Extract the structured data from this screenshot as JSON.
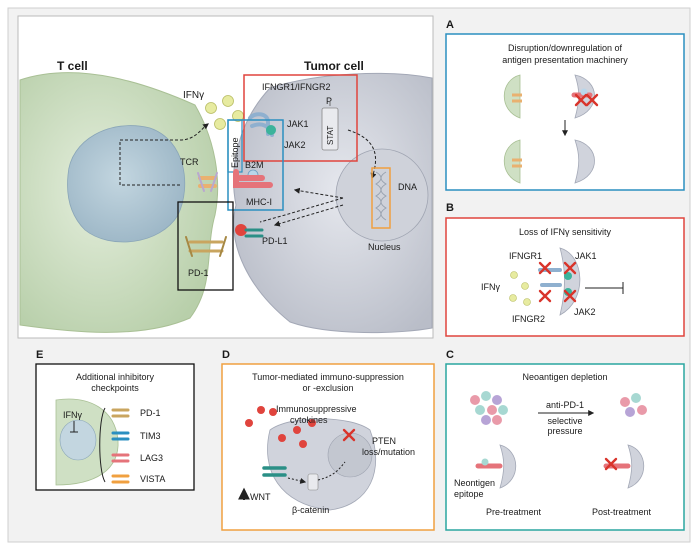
{
  "main": {
    "tcell_title": "T cell",
    "tumor_title": "Tumor cell",
    "ifng": "IFNγ",
    "ifngr": "IFNGR1/IFNGR2",
    "jak1": "JAK1",
    "jak2": "JAK2",
    "stat": "STAT",
    "p": "P",
    "epitope": "Epitope",
    "tcr": "TCR",
    "b2m": "B2M",
    "mhc": "MHC-I",
    "pd1": "PD-1",
    "pdl1": "PD-L1",
    "dna": "DNA",
    "nucleus": "Nucleus"
  },
  "panel_a": {
    "letter": "A",
    "title_line1": "Disruption/downregulation of",
    "title_line2": "antigen presentation machinery"
  },
  "panel_b": {
    "letter": "B",
    "title": "Loss of IFNγ sensitivity",
    "ifngr1": "IFNGR1",
    "ifngr2": "IFNGR2",
    "ifng": "IFNγ",
    "jak1": "JAK1",
    "jak2": "JAK2"
  },
  "panel_c": {
    "letter": "C",
    "title": "Neoantigen depletion",
    "anti_pd1": "anti-PD-1",
    "selective": "selective",
    "pressure": "pressure",
    "neo_line1": "Neontigen",
    "neo_line2": "epitope",
    "pre": "Pre-treatment",
    "post": "Post-treatment"
  },
  "panel_d": {
    "letter": "D",
    "title_line1": "Tumor-mediated immuno-suppression",
    "title_line2": "or -exclusion",
    "cyto_line1": "Immunosuppressive",
    "cyto_line2": "cytokines",
    "pten_line1": "PTEN",
    "pten_line2": "loss/mutation",
    "wnt": "WNT",
    "bcat": "β-catenin"
  },
  "panel_e": {
    "letter": "E",
    "title_line1": "Additional inhibitory",
    "title_line2": "checkpoints",
    "ifng": "IFNγ",
    "pd1": "PD-1",
    "tim3": "TIM3",
    "lag3": "LAG3",
    "vista": "VISTA"
  },
  "colors": {
    "blue_box": "#2b8fc0",
    "red_box": "#e0443d",
    "teal_box": "#2aa6a0",
    "orange_box": "#f0a040",
    "tcell": "#c9dcbf",
    "tumor": "#c9ccd4"
  }
}
